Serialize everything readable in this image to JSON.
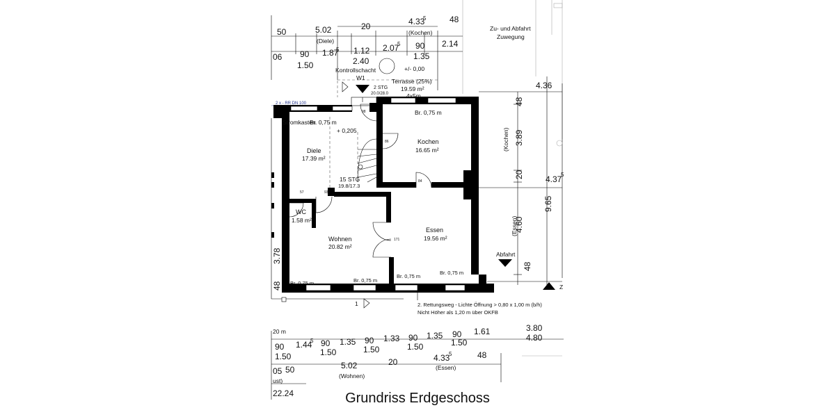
{
  "title": "Grundriss Erdgeschoss",
  "top_dims": {
    "row1": [
      "50",
      "5.02",
      "20",
      "4.33",
      "5",
      "48"
    ],
    "row1_sub": [
      "(Diele)",
      "(Kochen)"
    ],
    "row2": [
      "06",
      "90",
      "1.87",
      "5",
      "1.12",
      "2.07",
      "5",
      "90",
      "2.14"
    ],
    "row3": [
      "1.50",
      "1.35"
    ]
  },
  "top_labels": {
    "zufahrt": "Zu- und Abfahrt",
    "zuwegung": "Zuwegung",
    "kontroll_dim": "2.40",
    "kontroll": "Kontrollschacht",
    "w1": "W1",
    "level": "+/- 0,00",
    "stg2": "2 STG",
    "stg2_dim": "20.0/28.0",
    "terrasse": "Terrasse (25%)",
    "terrasse_area": "19.59 m²",
    "terrasse_size": "4x5m",
    "rr": "2 x - RR DN 100",
    "door98": "98"
  },
  "rooms": {
    "diele": {
      "name": "Diele",
      "area": "17.39 m²"
    },
    "kochen": {
      "name": "Kochen",
      "area": "16.65 m²"
    },
    "wc": {
      "name": "WC",
      "area": "1.58 m²"
    },
    "wohnen": {
      "name": "Wohnen",
      "area": "20.82 m²"
    },
    "essen": {
      "name": "Essen",
      "area": "19.56 m²"
    }
  },
  "labels": {
    "stromkasten": "Stromkasten",
    "br_diele": "Br. 0,75 m",
    "br_kochen": "Br. 0,75 m",
    "br_bottom": [
      "Br. 0,75 m",
      "Br. 0,75 m",
      "Br. 0,75 m",
      "Br. 0,75 m"
    ],
    "level_diele": "+ 0,205",
    "stg15": "15 STG",
    "stg15_dim": "19.8/17.3",
    "door57": "57",
    "door93": "93",
    "door84": "84",
    "door171": "171",
    "door86": "86",
    "rettung1": "2. Rettungsweg - Lichte Öffnung > 0,80 x 1,00 m (b/h)",
    "rettung2": "Nicht Höher als 1,20 m über OKFB",
    "abfahrt": "Abfahrt",
    "z": "Z",
    "one": "1"
  },
  "right_dims": {
    "d436": "4.36",
    "d48a": "48",
    "d389": "3.89",
    "kochen": "(Kochen)",
    "d20": "20",
    "d4375": "4.37",
    "d4375_sup": "5",
    "d965": "9.65",
    "d460": "4.60",
    "essen": "(Essen)",
    "d48b": "48"
  },
  "left_dims": {
    "d378": "3.78",
    "d48": "48"
  },
  "bottom_dims": {
    "m20": "20 m",
    "row1": [
      "90",
      "1.44",
      "5",
      "90",
      "1.35",
      "90",
      "1.33",
      "90",
      "1.35",
      "90",
      "1.61",
      "3.80"
    ],
    "row2": [
      "1.50",
      "1.50",
      "1.50",
      "1.50",
      "1.50",
      "4.80"
    ],
    "row3": [
      "05",
      "50",
      "5.02",
      "20",
      "4.33",
      "5",
      "48"
    ],
    "row3_sub": [
      "ust)",
      "(Wohnen)",
      "(Essen)"
    ],
    "total": "22.24"
  }
}
